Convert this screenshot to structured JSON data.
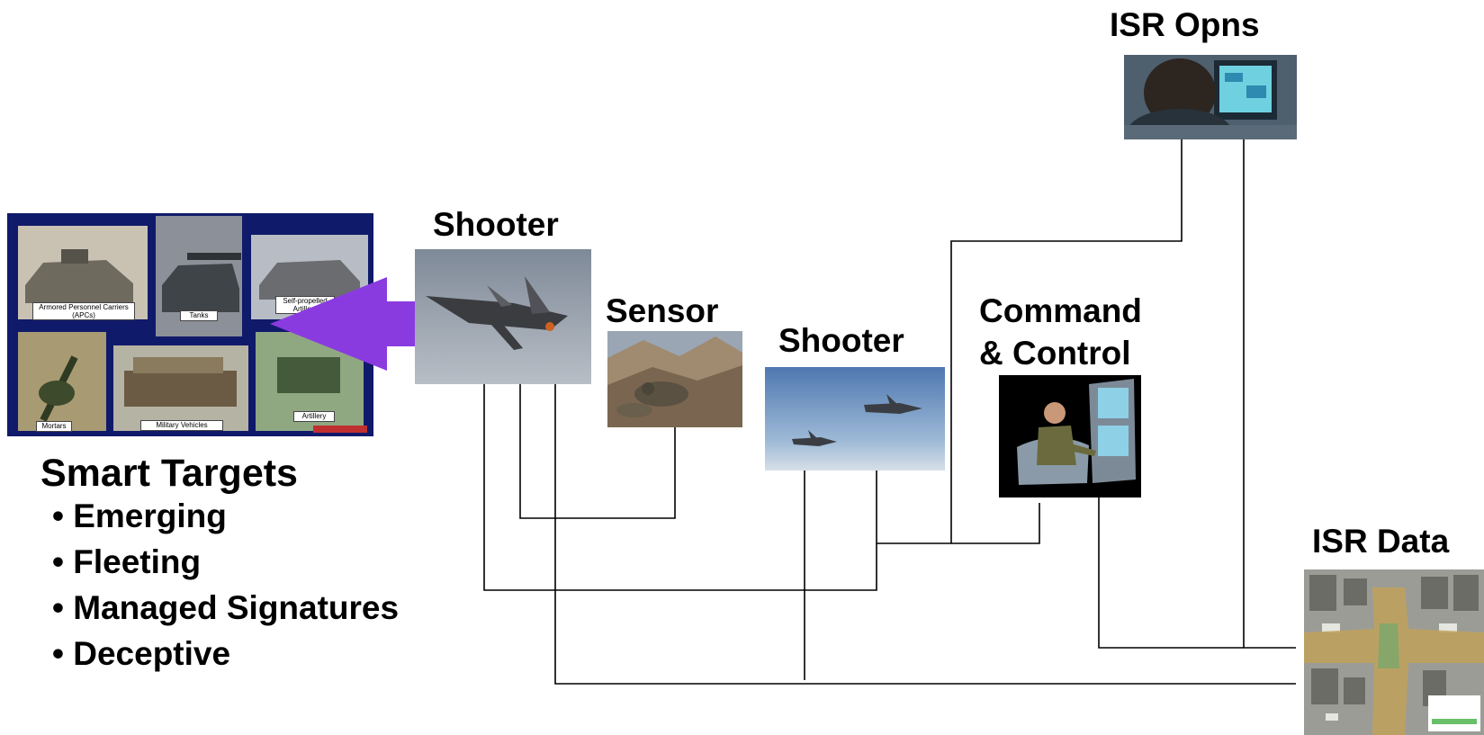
{
  "nodes": {
    "isr_opns": {
      "label": "ISR Opns"
    },
    "shooter_1": {
      "label": "Shooter"
    },
    "sensor": {
      "label": "Sensor"
    },
    "shooter_2": {
      "label": "Shooter"
    },
    "command_control": {
      "label_line1": "Command",
      "label_line2": "& Control"
    },
    "isr_data": {
      "label": "ISR Data"
    }
  },
  "smart_targets": {
    "title": "Smart Targets",
    "bullets": [
      "Emerging",
      "Fleeting",
      "Managed Signatures",
      "Deceptive"
    ],
    "collage_captions": [
      "Armored Personnel Carriers (APCs)",
      "Tanks",
      "Self-propelled Artillery",
      "Mortars",
      "Military Vehicles",
      "Artillery"
    ]
  },
  "colors": {
    "arrow": "#8a3be0",
    "collage_background": "#101a6a",
    "wire": "#000000"
  }
}
